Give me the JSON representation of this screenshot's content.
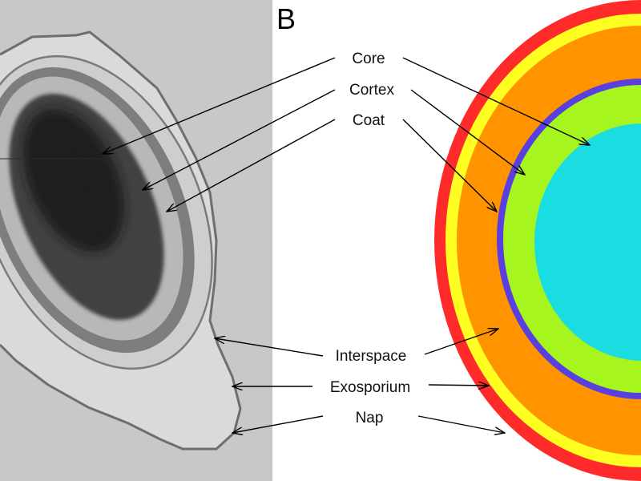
{
  "panel": {
    "letter": "B"
  },
  "labels": {
    "core": "Core",
    "cortex": "Cortex",
    "coat": "Coat",
    "interspace": "Interspace",
    "exosporium": "Exosporium",
    "nap": "Nap"
  },
  "layer_colors": {
    "nap": "#ff2a2a",
    "exosporium": "#ffff22",
    "interspace": "#ff9400",
    "coat": "#5a3fe0",
    "cortex": "#a6f51e",
    "core": "#19dde0"
  }
}
